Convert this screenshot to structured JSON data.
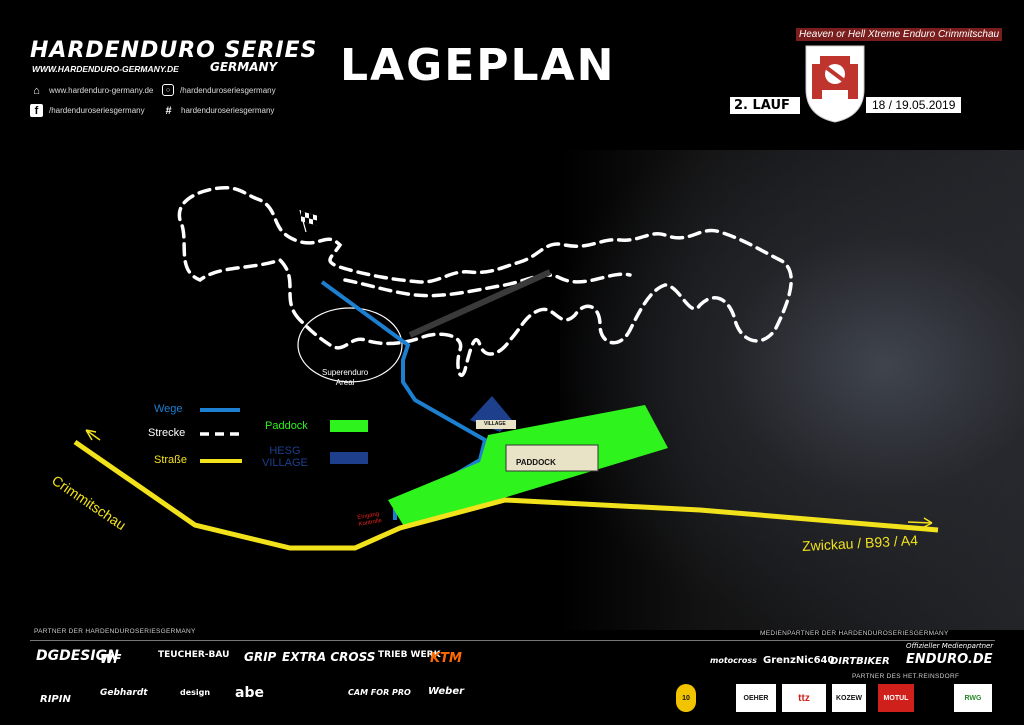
{
  "header": {
    "brand": "HARDENDURO SERIES",
    "brand_url": "WWW.HARDENDURO-GERMANY.DE",
    "brand_country": "GERMANY",
    "social": {
      "website": "www.hardenduro-germany.de",
      "instagram": "/hardenduroseriesgermany",
      "facebook": "/hardenduroseriesgermany",
      "hashtag": "hardenduroseriesgermany"
    },
    "title": "LAGEPLAN",
    "event_title": "Heaven or Hell Xtreme Enduro Crimmitschau",
    "race_number": "2. LAUF",
    "race_date": "18 / 19.05.2019"
  },
  "legend": {
    "wege": "Wege",
    "strecke": "Strecke",
    "strasse": "Straße",
    "paddock": "Paddock",
    "village": "HESG\nVILLAGE"
  },
  "map": {
    "superenduro": "Superenduro\nAreal",
    "crimmitschau": "Crimmitschau",
    "zwickau": "Zwickau / B93 / A4",
    "eingang": "Eingang\nKontrolle",
    "paddock_sign": "PADDOCK",
    "village_sign": "VILLAGE"
  },
  "colors": {
    "wege": "#1c7fd0",
    "strasse": "#f2e21c",
    "paddock": "#2ff31c",
    "village": "#1d3f8c",
    "strecke": "#ffffff"
  },
  "footer": {
    "partners_left": "PARTNER DER HARDENDUROSERIESGERMANY",
    "partners_media": "MEDIENPARTNER DER HARDENDUROSERIESGERMANY",
    "partners_right": "PARTNER DES HET.REINSDORF",
    "sponsors_left": [
      "DGDESIGN",
      "WF",
      "TEUCHER-BAU",
      "GRIP",
      "EXTRA CROSS",
      "TRIEB WERK",
      "KTM",
      "RIPIN",
      "Gebhardt",
      "design",
      "abe",
      "CAM FOR PRO",
      "Weber"
    ],
    "sponsors_media": [
      "motocross",
      "GrenzNic640",
      "DIRTBIKER",
      "ENDURO.DE"
    ],
    "sponsors_media_tag": "Offizieller Medienpartner",
    "sponsors_right": [
      "10",
      "OEHER",
      "ttz",
      "KOZEW",
      "MOTUL",
      "RWG"
    ]
  }
}
